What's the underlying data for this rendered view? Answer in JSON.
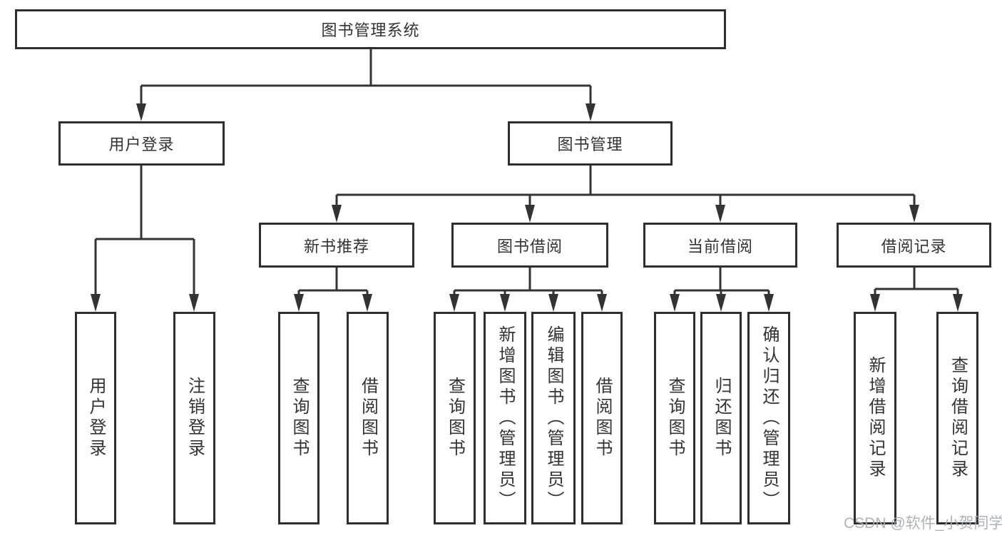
{
  "diagram": {
    "root": {
      "key": "library-management-system",
      "label": "图书管理系统"
    },
    "level2": [
      {
        "key": "user-login",
        "label": "用户登录"
      },
      {
        "key": "book-management",
        "label": "图书管理"
      }
    ],
    "level3": [
      {
        "key": "new-book-recommendation",
        "label": "新书推荐",
        "parent": "图书管理"
      },
      {
        "key": "book-borrowing",
        "label": "图书借阅",
        "parent": "图书管理"
      },
      {
        "key": "current-borrowing",
        "label": "当前借阅",
        "parent": "图书管理"
      },
      {
        "key": "borrowing-records",
        "label": "借阅记录",
        "parent": "图书管理"
      }
    ],
    "leaves": [
      {
        "key": "user-login-action",
        "label": "用户登录",
        "parent": "用户登录"
      },
      {
        "key": "logout",
        "label": "注销登录",
        "parent": "用户登录"
      },
      {
        "key": "query-books-recommend",
        "label": "查询图书",
        "parent": "新书推荐"
      },
      {
        "key": "borrow-books-recommend",
        "label": "借阅图书",
        "parent": "新书推荐"
      },
      {
        "key": "query-books-borrowing",
        "label": "查询图书",
        "parent": "图书借阅"
      },
      {
        "key": "add-book-admin",
        "label": "新增图书（管理员）",
        "parent": "图书借阅"
      },
      {
        "key": "edit-book-admin",
        "label": "编辑图书（管理员）",
        "parent": "图书借阅"
      },
      {
        "key": "borrow-books-borrowing",
        "label": "借阅图书",
        "parent": "图书借阅"
      },
      {
        "key": "query-books-current",
        "label": "查询图书",
        "parent": "当前借阅"
      },
      {
        "key": "return-books",
        "label": "归还图书",
        "parent": "当前借阅"
      },
      {
        "key": "confirm-return-admin",
        "label": "确认归还（管理员）",
        "parent": "当前借阅"
      },
      {
        "key": "add-borrowing-record",
        "label": "新增借阅记录",
        "parent": "借阅记录"
      },
      {
        "key": "query-borrowing-record",
        "label": "查询借阅记录",
        "parent": "借阅记录"
      }
    ]
  },
  "watermark": {
    "text": "CSDN @软件_小贺同学"
  }
}
